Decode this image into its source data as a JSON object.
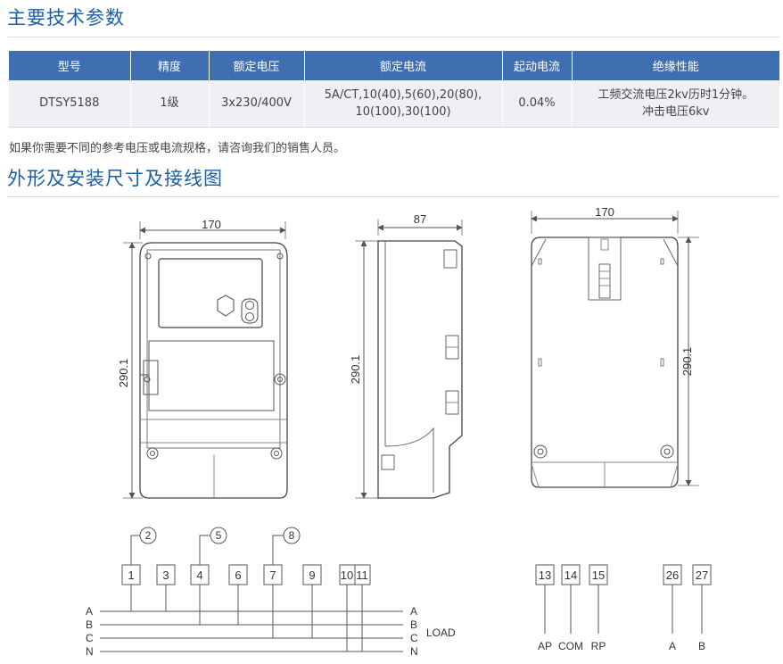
{
  "section1": {
    "title": "主要技术参数"
  },
  "spec_table": {
    "headers": [
      "型号",
      "精度",
      "额定电压",
      "额定电流",
      "起动电流",
      "绝缘性能"
    ],
    "row": {
      "model": "DTSY5188",
      "accuracy": "1级",
      "voltage": "3x230/400V",
      "current_line1": "5A/CT,10(40),5(60),20(80),",
      "current_line2": "10(100),30(100)",
      "start_current": "0.04%",
      "insulation_line1": "工频交流电压2kv历时1分钟。",
      "insulation_line2": "冲击电压6kv"
    }
  },
  "note": "如果你需要不同的参考电压或电流规格，请咨询我们的销售人员。",
  "section2": {
    "title": "外形及安装尺寸及接线图"
  },
  "dimensions": {
    "front_width": "170",
    "front_height": "290.1",
    "side_depth": "87",
    "side_height": "290.1",
    "back_width": "170",
    "back_height": "290.1"
  },
  "wiring": {
    "terminals": [
      "1",
      "3",
      "4",
      "6",
      "7",
      "9",
      "10",
      "11"
    ],
    "circled": [
      "2",
      "5",
      "8"
    ],
    "phases_left": [
      "A",
      "B",
      "C",
      "N"
    ],
    "phases_right": [
      "A",
      "B",
      "C",
      "N"
    ],
    "load_label": "LOAD",
    "comm_terminals": [
      "13",
      "14",
      "15"
    ],
    "comm_labels": [
      "AP",
      "COM",
      "RP"
    ],
    "rs485_terminals": [
      "26",
      "27"
    ],
    "rs485_labels": [
      "A",
      "B"
    ]
  }
}
